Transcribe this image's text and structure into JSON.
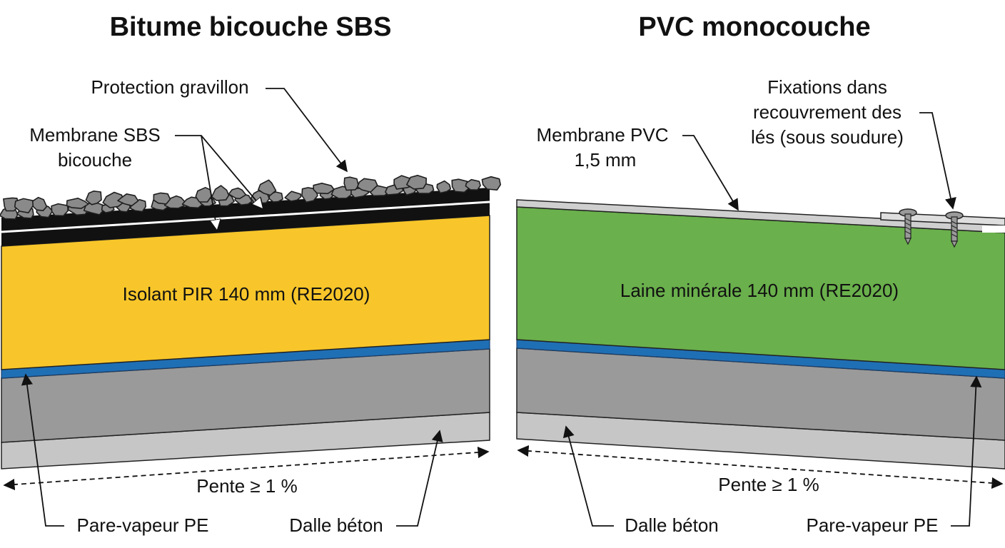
{
  "left": {
    "title": "Bitume bicouche SBS",
    "labels": {
      "gravel": "Protection gravillon",
      "membrane_line1": "Membrane SBS",
      "membrane_line2": "bicouche",
      "insulation": "Isolant PIR 140 mm (RE2020)",
      "slope": "Pente ≥ 1 %",
      "vapor_barrier": "Pare-vapeur PE",
      "slab": "Dalle béton"
    },
    "colors": {
      "insulation": "#f8c62a",
      "membrane": "#111111",
      "vapor_barrier": "#1f6fb5",
      "slab_upper": "#9a9a9a",
      "slab_lower": "#c6c6c6",
      "gravel": "#8a8a8a"
    }
  },
  "right": {
    "title": "PVC monocouche",
    "labels": {
      "fixings_line1": "Fixations dans",
      "fixings_line2": "recouvrement des",
      "fixings_line3": "lés (sous soudure)",
      "membrane_line1": "Membrane PVC",
      "membrane_line2": "1,5 mm",
      "insulation": "Laine minérale 140 mm (RE2020)",
      "slope": "Pente ≥ 1 %",
      "slab": "Dalle béton",
      "vapor_barrier": "Pare-vapeur PE"
    },
    "colors": {
      "insulation": "#6ab04c",
      "membrane": "#cfcfcf",
      "vapor_barrier": "#1f6fb5",
      "slab_upper": "#9a9a9a",
      "slab_lower": "#c6c6c6",
      "screw": "#9a9a9a"
    }
  }
}
